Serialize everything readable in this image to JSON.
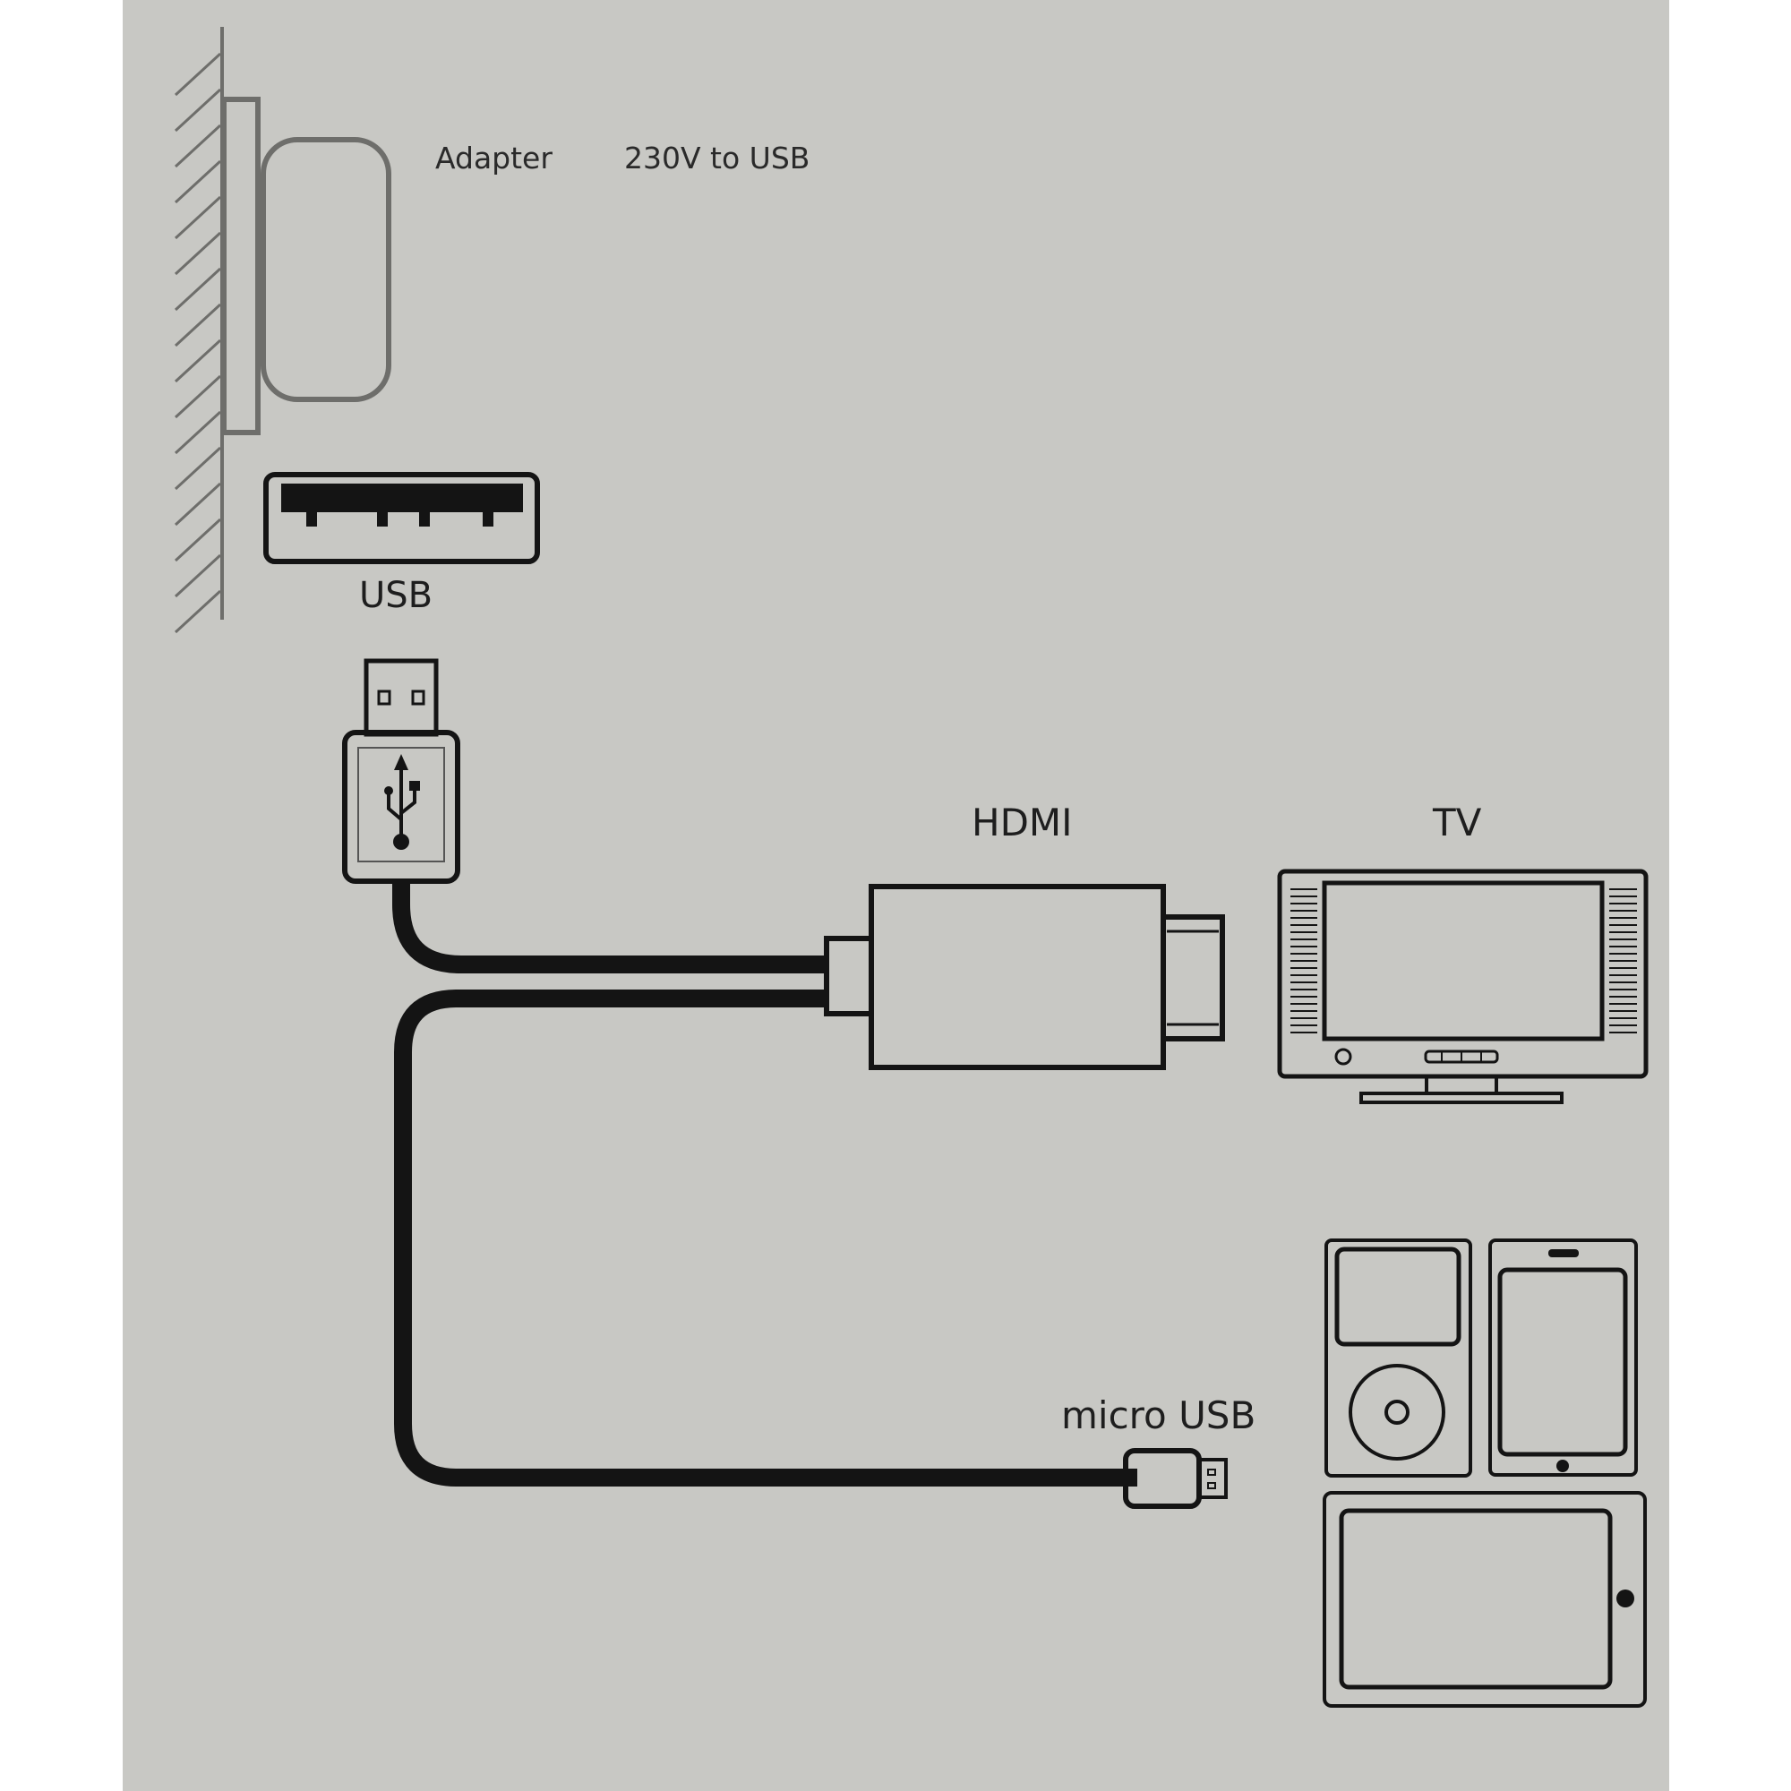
{
  "labels": {
    "adapter": "Adapter",
    "adapter_spec": "230V to USB",
    "usb": "USB",
    "hdmi": "HDMI",
    "tv": "TV",
    "micro_usb": "micro USB"
  },
  "colors": {
    "background": "#c8c8c4",
    "line": "#141414",
    "adapter_outline": "#6e6e6b"
  }
}
